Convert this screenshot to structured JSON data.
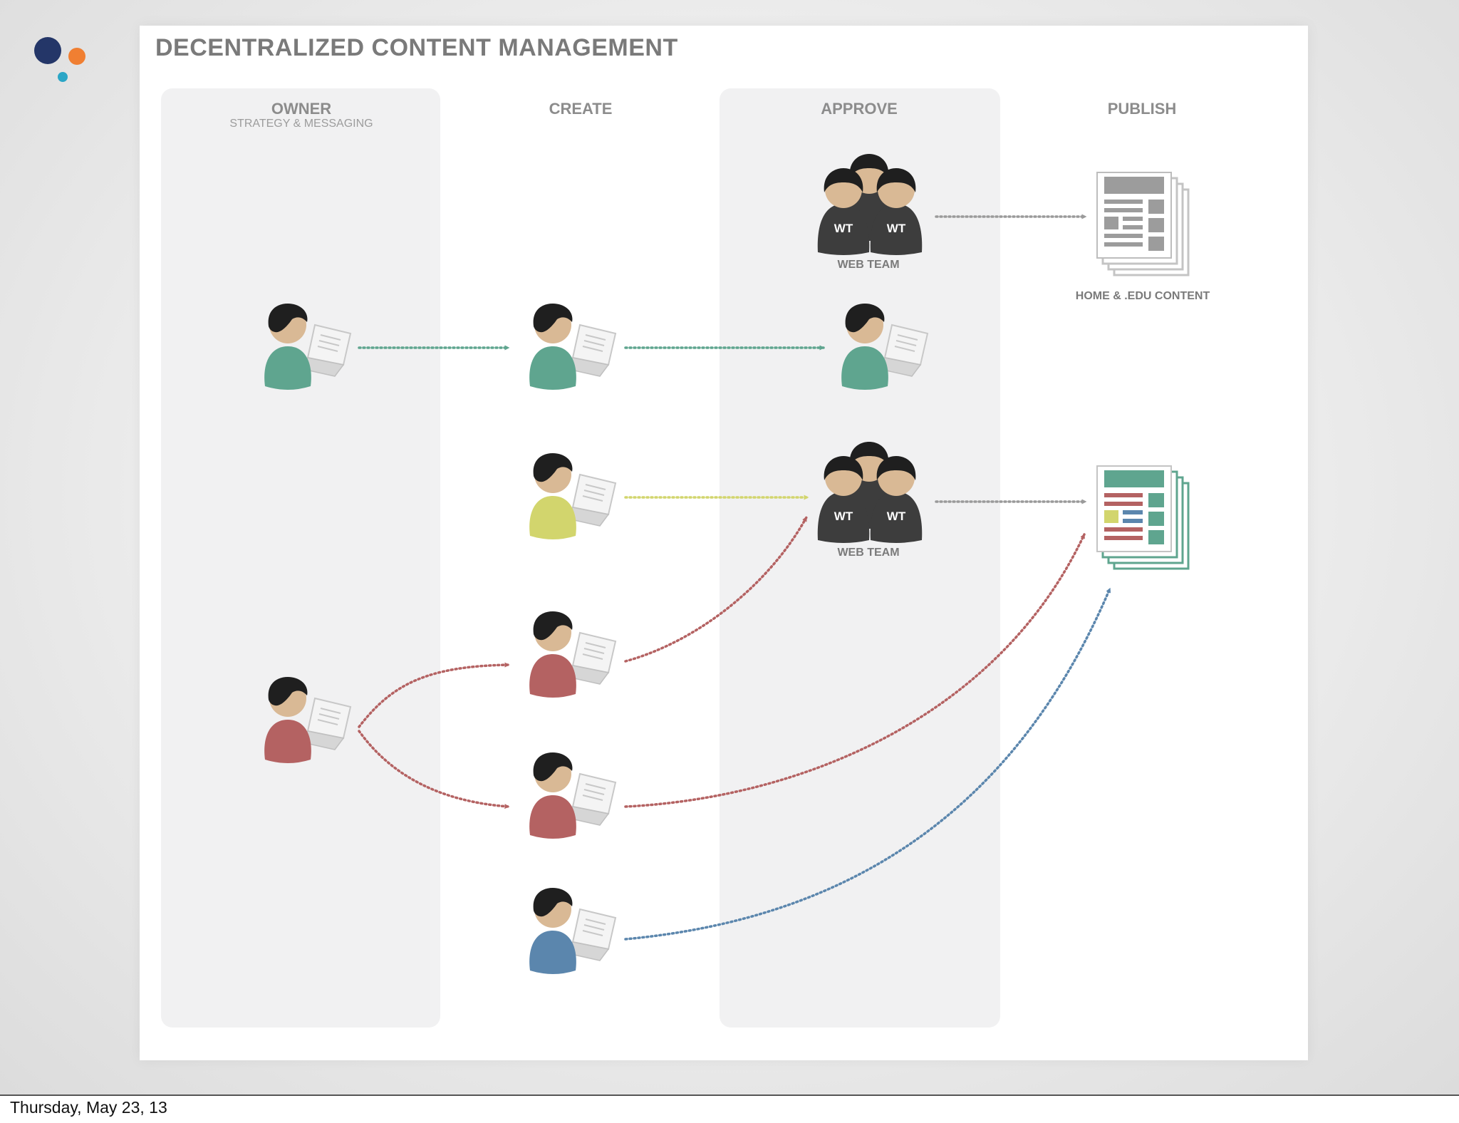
{
  "footer": {
    "date": "Thursday, May 23, 13"
  },
  "diagram": {
    "title": "DECENTRALIZED CONTENT MANAGEMENT",
    "lanes": [
      {
        "key": "owner",
        "title": "OWNER",
        "subtitle": "STRATEGY & MESSAGING"
      },
      {
        "key": "create",
        "title": "CREATE"
      },
      {
        "key": "approve",
        "title": "APPROVE"
      },
      {
        "key": "publish",
        "title": "PUBLISH"
      }
    ],
    "web_team": {
      "label": "WEB TEAM",
      "badge": "WT"
    },
    "publish_docs": [
      {
        "label": "HOME & .EDU CONTENT",
        "style": "gray"
      },
      {
        "label": "",
        "style": "colored"
      }
    ],
    "colors": {
      "green": "#5fa58f",
      "yellow": "#d2d56d",
      "red": "#b46262",
      "blue": "#5b86ad",
      "dark": "#3d3d3d",
      "gray": "#9a9a9a",
      "logo_navy": "#243668",
      "logo_orange": "#f07f32",
      "logo_teal": "#2ba6c6"
    },
    "flows": [
      {
        "from": "owner-green",
        "to": "creator-green",
        "color": "green"
      },
      {
        "from": "creator-green",
        "to": "approver-green",
        "color": "green"
      },
      {
        "from": "creator-yellow",
        "to": "web-team-2",
        "color": "yellow"
      },
      {
        "from": "owner-red",
        "to": "creator-red-1",
        "color": "red"
      },
      {
        "from": "owner-red",
        "to": "creator-red-2",
        "color": "red"
      },
      {
        "from": "creator-red-1",
        "to": "web-team-2",
        "color": "red"
      },
      {
        "from": "creator-red-2",
        "to": "publish-doc-colored",
        "color": "red"
      },
      {
        "from": "creator-blue",
        "to": "publish-doc-colored",
        "color": "blue"
      },
      {
        "from": "web-team-1",
        "to": "publish-doc-gray",
        "color": "gray"
      },
      {
        "from": "web-team-2",
        "to": "publish-doc-colored",
        "color": "gray"
      }
    ]
  }
}
